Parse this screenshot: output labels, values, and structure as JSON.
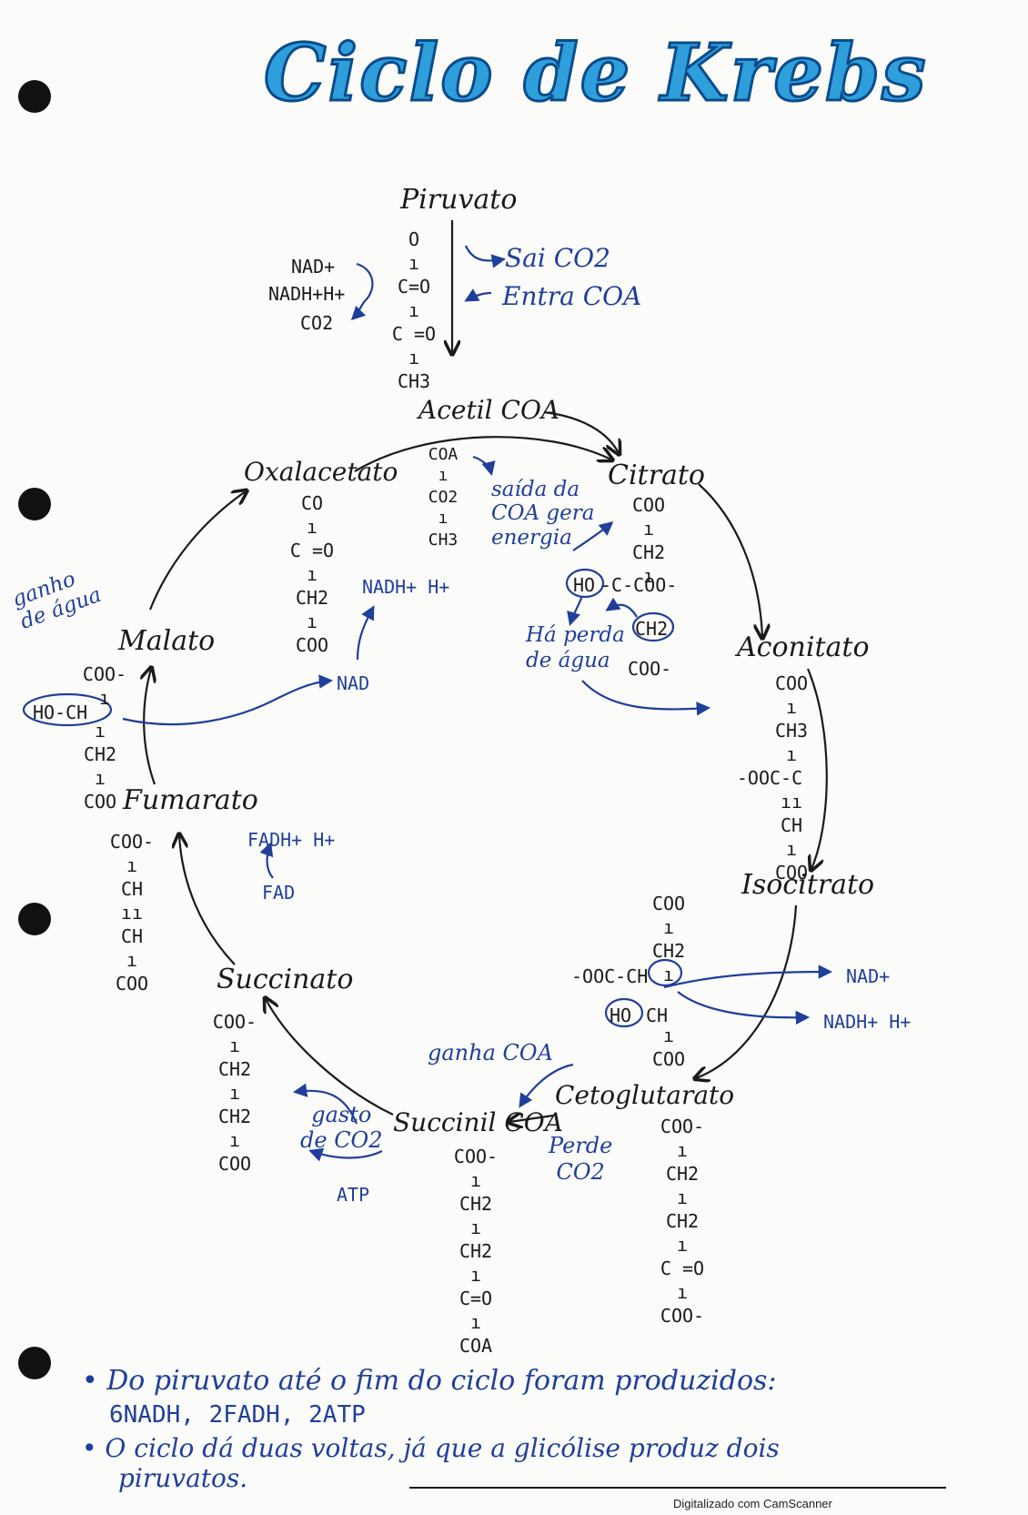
{
  "title": "Ciclo de Krebs",
  "pyruvate": {
    "name": "Piruvato",
    "structure": [
      "O",
      "ı",
      "C=O",
      "ı",
      "C =O",
      "ı",
      "CH3"
    ],
    "left_labels": [
      "NAD+",
      "NADH+H+",
      "CO2"
    ],
    "sai": "Sai CO2",
    "entra": "Entra COA"
  },
  "acetyl": {
    "name": "Acetil COA",
    "structure": [
      "COA",
      "ı",
      "CO2",
      "ı",
      "CH3"
    ],
    "note": [
      "saída da",
      "COA gera",
      "energia"
    ]
  },
  "citrate": {
    "name": "Citrato",
    "structure_top": [
      "COO",
      "ı",
      "CH2",
      "ı"
    ],
    "ho": "HO",
    "middle": "-C-COO-",
    "ch2": "CH2",
    "bottom": "COO-",
    "water": [
      "Há perda",
      "de água"
    ]
  },
  "aconitate": {
    "name": "Aconitato",
    "structure": [
      "COO",
      "ı",
      "CH3",
      "ı",
      "-OOC-C",
      "ıı",
      "CH",
      "ı",
      "COO"
    ]
  },
  "isocitrate": {
    "name": "Isocitrato",
    "structure_top": [
      "COO",
      "ı",
      "CH2",
      "ı"
    ],
    "middle": "-OOC-CH",
    "ho": "HO",
    "ch": "CH",
    "bottom": [
      "ı",
      "COO"
    ],
    "nad": "NAD+",
    "nadh": "NADH+ H+"
  },
  "ketoglutarate": {
    "name": "Cetoglutarato",
    "structure": [
      "COO-",
      "ı",
      "CH2",
      "ı",
      "CH2",
      "ı",
      "C =O",
      "ı",
      "COO-"
    ],
    "perde": [
      "Perde",
      "CO2"
    ]
  },
  "succinyl": {
    "name": "Succinil COA",
    "structure": [
      "COO-",
      "ı",
      "CH2",
      "ı",
      "CH2",
      "ı",
      "C=O",
      "ı",
      "COA"
    ],
    "ganha": "ganha COA",
    "gasto": [
      "gasto",
      "de CO2"
    ],
    "atp": "ATP"
  },
  "succinate": {
    "name": "Succinato",
    "structure": [
      "COO-",
      "ı",
      "CH2",
      "ı",
      "CH2",
      "ı",
      "COO"
    ]
  },
  "fumarate": {
    "name": "Fumarato",
    "structure": [
      "COO-",
      "ı",
      "CH",
      "ıı",
      "CH",
      "ı",
      "COO"
    ],
    "fadh": "FADH+ H+",
    "fad": "FAD"
  },
  "malate": {
    "name": "Malato",
    "structure_top": [
      "COO-",
      "ı"
    ],
    "hoch": "HO-CH",
    "structure_bottom": [
      "ı",
      "CH2",
      "ı",
      "COO"
    ],
    "water": [
      "ganho",
      "de água"
    ],
    "nad": "NAD",
    "nadh": "NADH+ H+"
  },
  "oxaloacetate": {
    "name": "Oxalacetato",
    "structure": [
      "CO",
      "ı",
      "C =O",
      "ı",
      "CH2",
      "ı",
      "COO"
    ]
  },
  "notes": [
    "• Do piruvato até o fim do ciclo foram produzidos:",
    "6NADH, 2FADH, 2ATP",
    "• O ciclo dá duas voltas, já que a glicólise produz dois",
    "piruvatos."
  ],
  "footer": "Digitalizado com CamScanner",
  "colors": {
    "ink_black": "#1a1a1a",
    "ink_blue": "#1f3f9a",
    "title_fill": "#2f9fdc"
  }
}
